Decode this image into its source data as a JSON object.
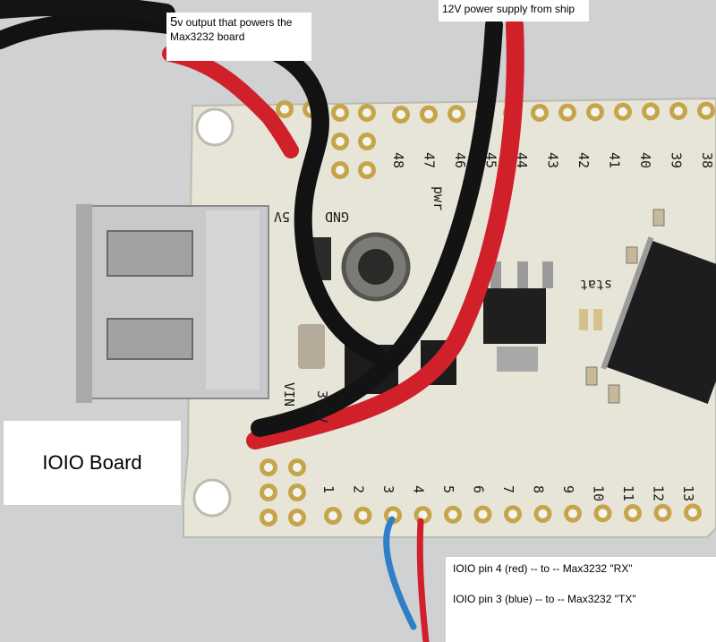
{
  "labels": {
    "five_volt_big": "5",
    "five_volt_small": "v",
    "five_volt_line1": " output that powers the",
    "five_volt_line2": "Max3232 board",
    "twelve_volt": "12V power supply from ship",
    "ioio_board": "IOIO Board",
    "pin4": "IOIO pin 4 (red) -- to -- Max3232  \"RX\"",
    "pin3": "IOIO pin 3 (blue) -- to -- Max3232  \"TX\""
  },
  "silkscreen": {
    "bottom_pins": [
      "1",
      "2",
      "3",
      "4",
      "5",
      "6",
      "7",
      "8",
      "9",
      "10",
      "11",
      "12",
      "13"
    ],
    "top_pins": [
      "48",
      "47",
      "46",
      "45",
      "44",
      "43",
      "42",
      "41",
      "40",
      "39",
      "38"
    ],
    "gnd": "GND",
    "five_v": "5V",
    "three_v": "3.3V",
    "vin": "VIN",
    "stat": "stat",
    "pwr": "pwr"
  },
  "colors": {
    "board": "#e6e4d6",
    "wire_red": "#d0202a",
    "wire_black": "#111111",
    "wire_blue": "#2f7fc8",
    "gold_pad": "#c6a44a"
  }
}
